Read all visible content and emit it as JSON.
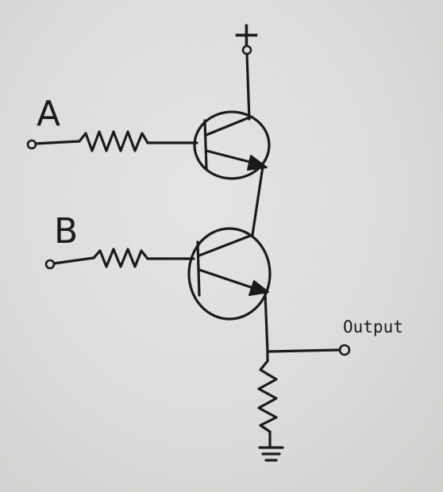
{
  "diagram": {
    "labels": {
      "input_a": "A",
      "input_b": "B",
      "supply": "+",
      "output": "Output"
    },
    "colors": {
      "paper": "#dcdcda",
      "ink": "#1b1b1b"
    },
    "components": [
      {
        "id": "R1",
        "kind": "resistor"
      },
      {
        "id": "R2",
        "kind": "resistor"
      },
      {
        "id": "R3",
        "kind": "resistor"
      },
      {
        "id": "Q1",
        "kind": "npn-transistor"
      },
      {
        "id": "Q2",
        "kind": "npn-transistor"
      },
      {
        "id": "GND",
        "kind": "ground"
      }
    ]
  }
}
